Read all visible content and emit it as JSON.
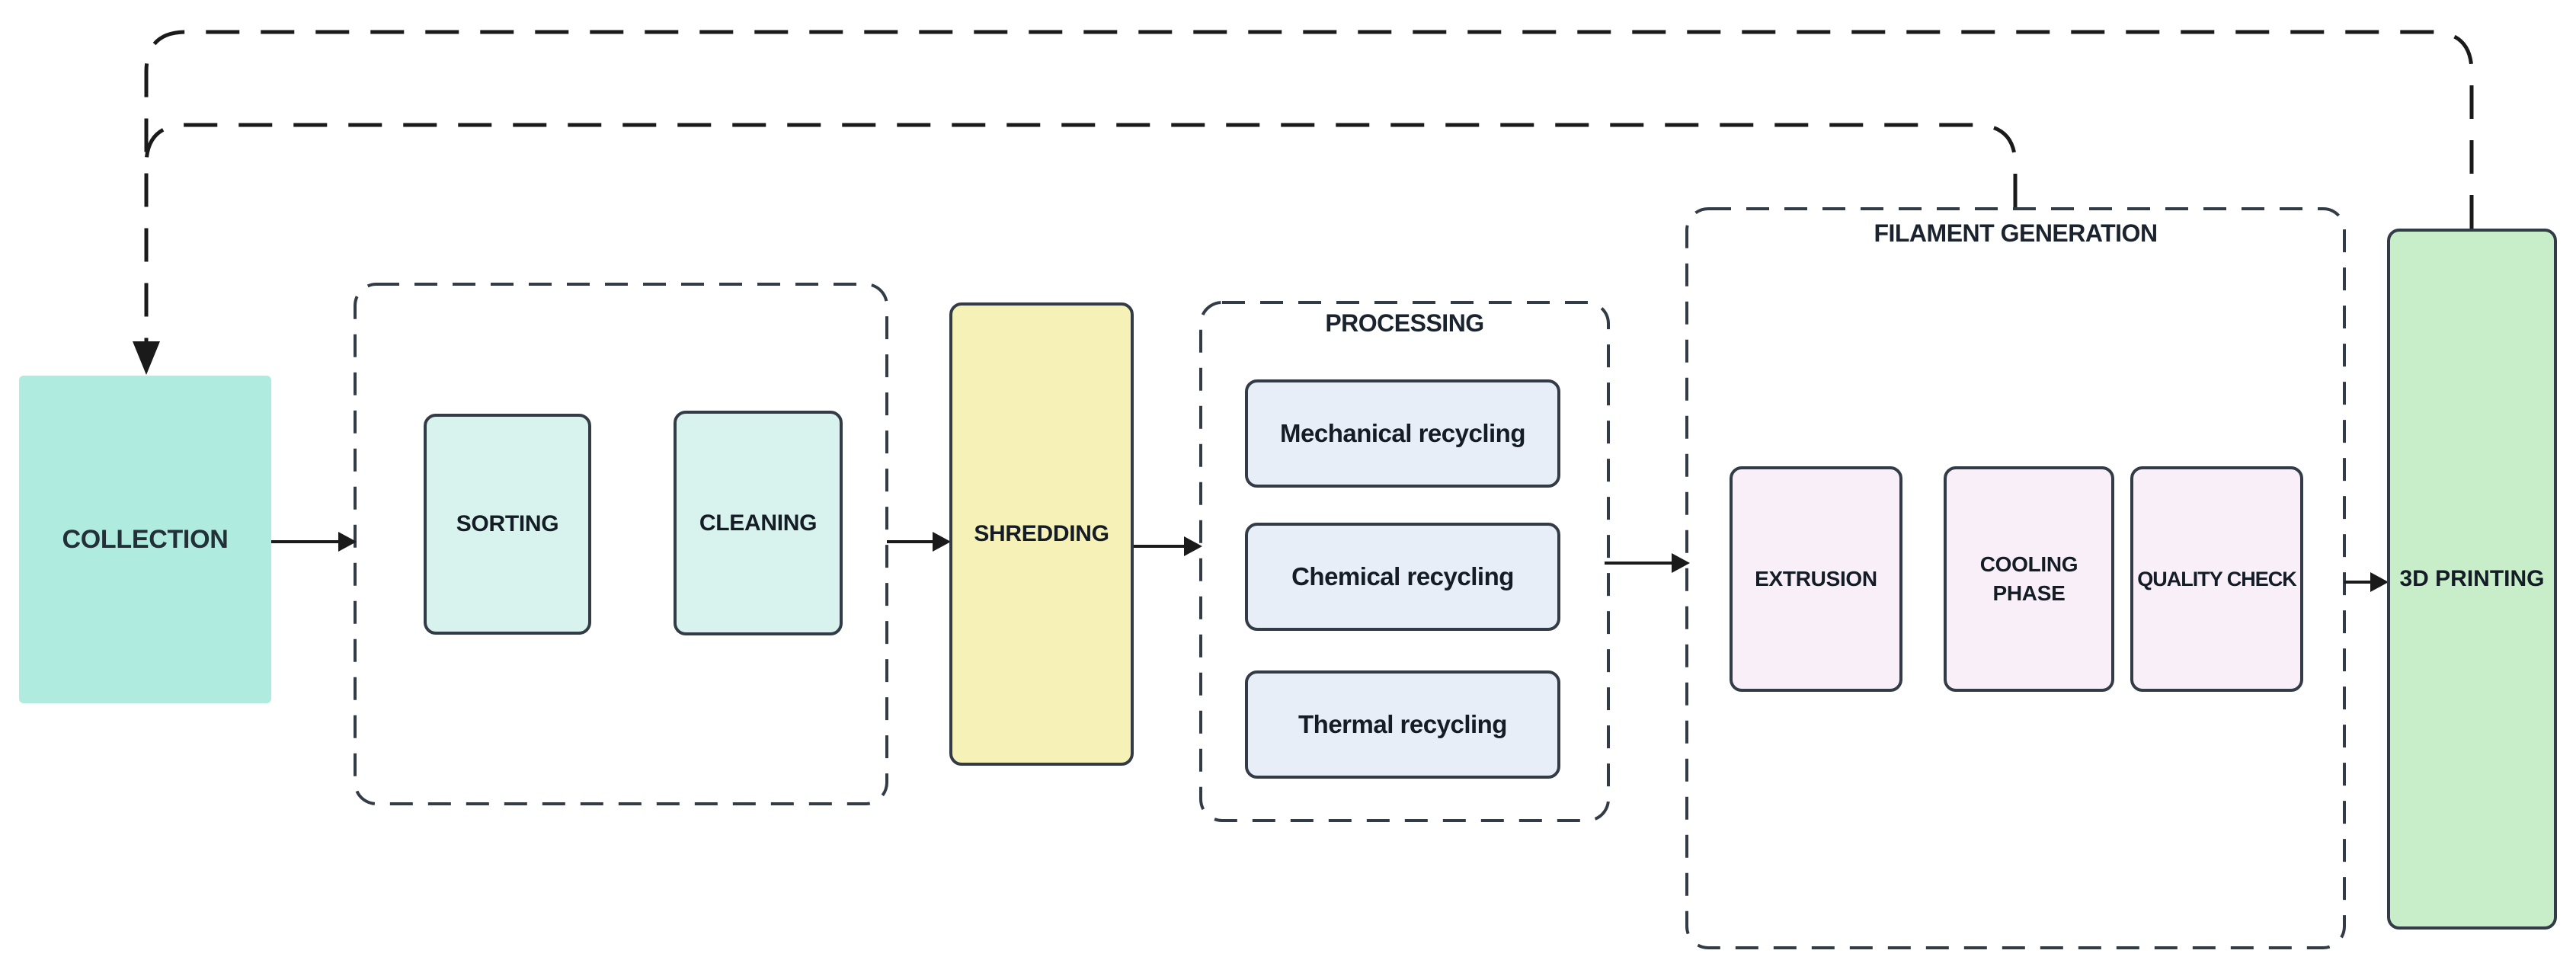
{
  "diagram": {
    "type": "flowchart",
    "nodes": {
      "collection": {
        "label": "COLLECTION"
      },
      "sorting": {
        "label": "SORTING"
      },
      "cleaning": {
        "label": "CLEANING"
      },
      "shredding": {
        "label": "SHREDDING"
      },
      "mechanical_recycling": {
        "label": "Mechanical recycling"
      },
      "chemical_recycling": {
        "label": "Chemical recycling"
      },
      "thermal_recycling": {
        "label": "Thermal recycling"
      },
      "extrusion": {
        "label": "EXTRUSION"
      },
      "cooling_phase": {
        "label": "COOLING PHASE"
      },
      "quality_check": {
        "label": "QUALITY CHECK"
      },
      "printing_3d": {
        "label": "3D PRINTING"
      }
    },
    "groups": {
      "processing": {
        "label": "PROCESSING"
      },
      "filament_generation": {
        "label": "FILAMENT GENERATION"
      }
    },
    "colors": {
      "collection_fill": "#b0ebe0",
      "stage_fill": "#d8f3ed",
      "shredding_fill": "#f6f1b6",
      "recycling_fill": "#e8eef8",
      "filament_fill": "#f8eff9",
      "printing_fill": "#c8eec9",
      "connector": "#1a1a1a",
      "node_border": "#333c46"
    }
  }
}
